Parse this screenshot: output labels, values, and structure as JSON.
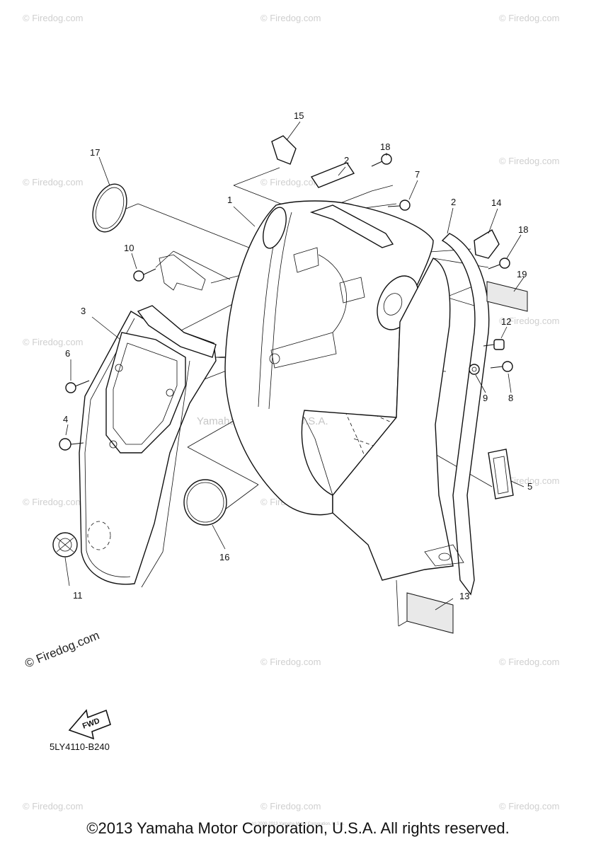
{
  "watermark": {
    "text": "© Firedog.com",
    "large_text": "© Firedog.com",
    "center_text": "Yamaha Motor Corp. U.S.A."
  },
  "callouts": [
    "1",
    "2",
    "2",
    "3",
    "4",
    "5",
    "6",
    "7",
    "8",
    "9",
    "10",
    "11",
    "12",
    "13",
    "14",
    "15",
    "16",
    "17",
    "18",
    "18",
    "19"
  ],
  "fwd_label": "FWD",
  "diagram_code": "5LY4110-B240",
  "small_copyright": "(c) 2000-2013 Yamaha Motor Corporation, U.S.A.",
  "copyright": "©2013 Yamaha Motor Corporation, U.S.A. All rights reserved."
}
